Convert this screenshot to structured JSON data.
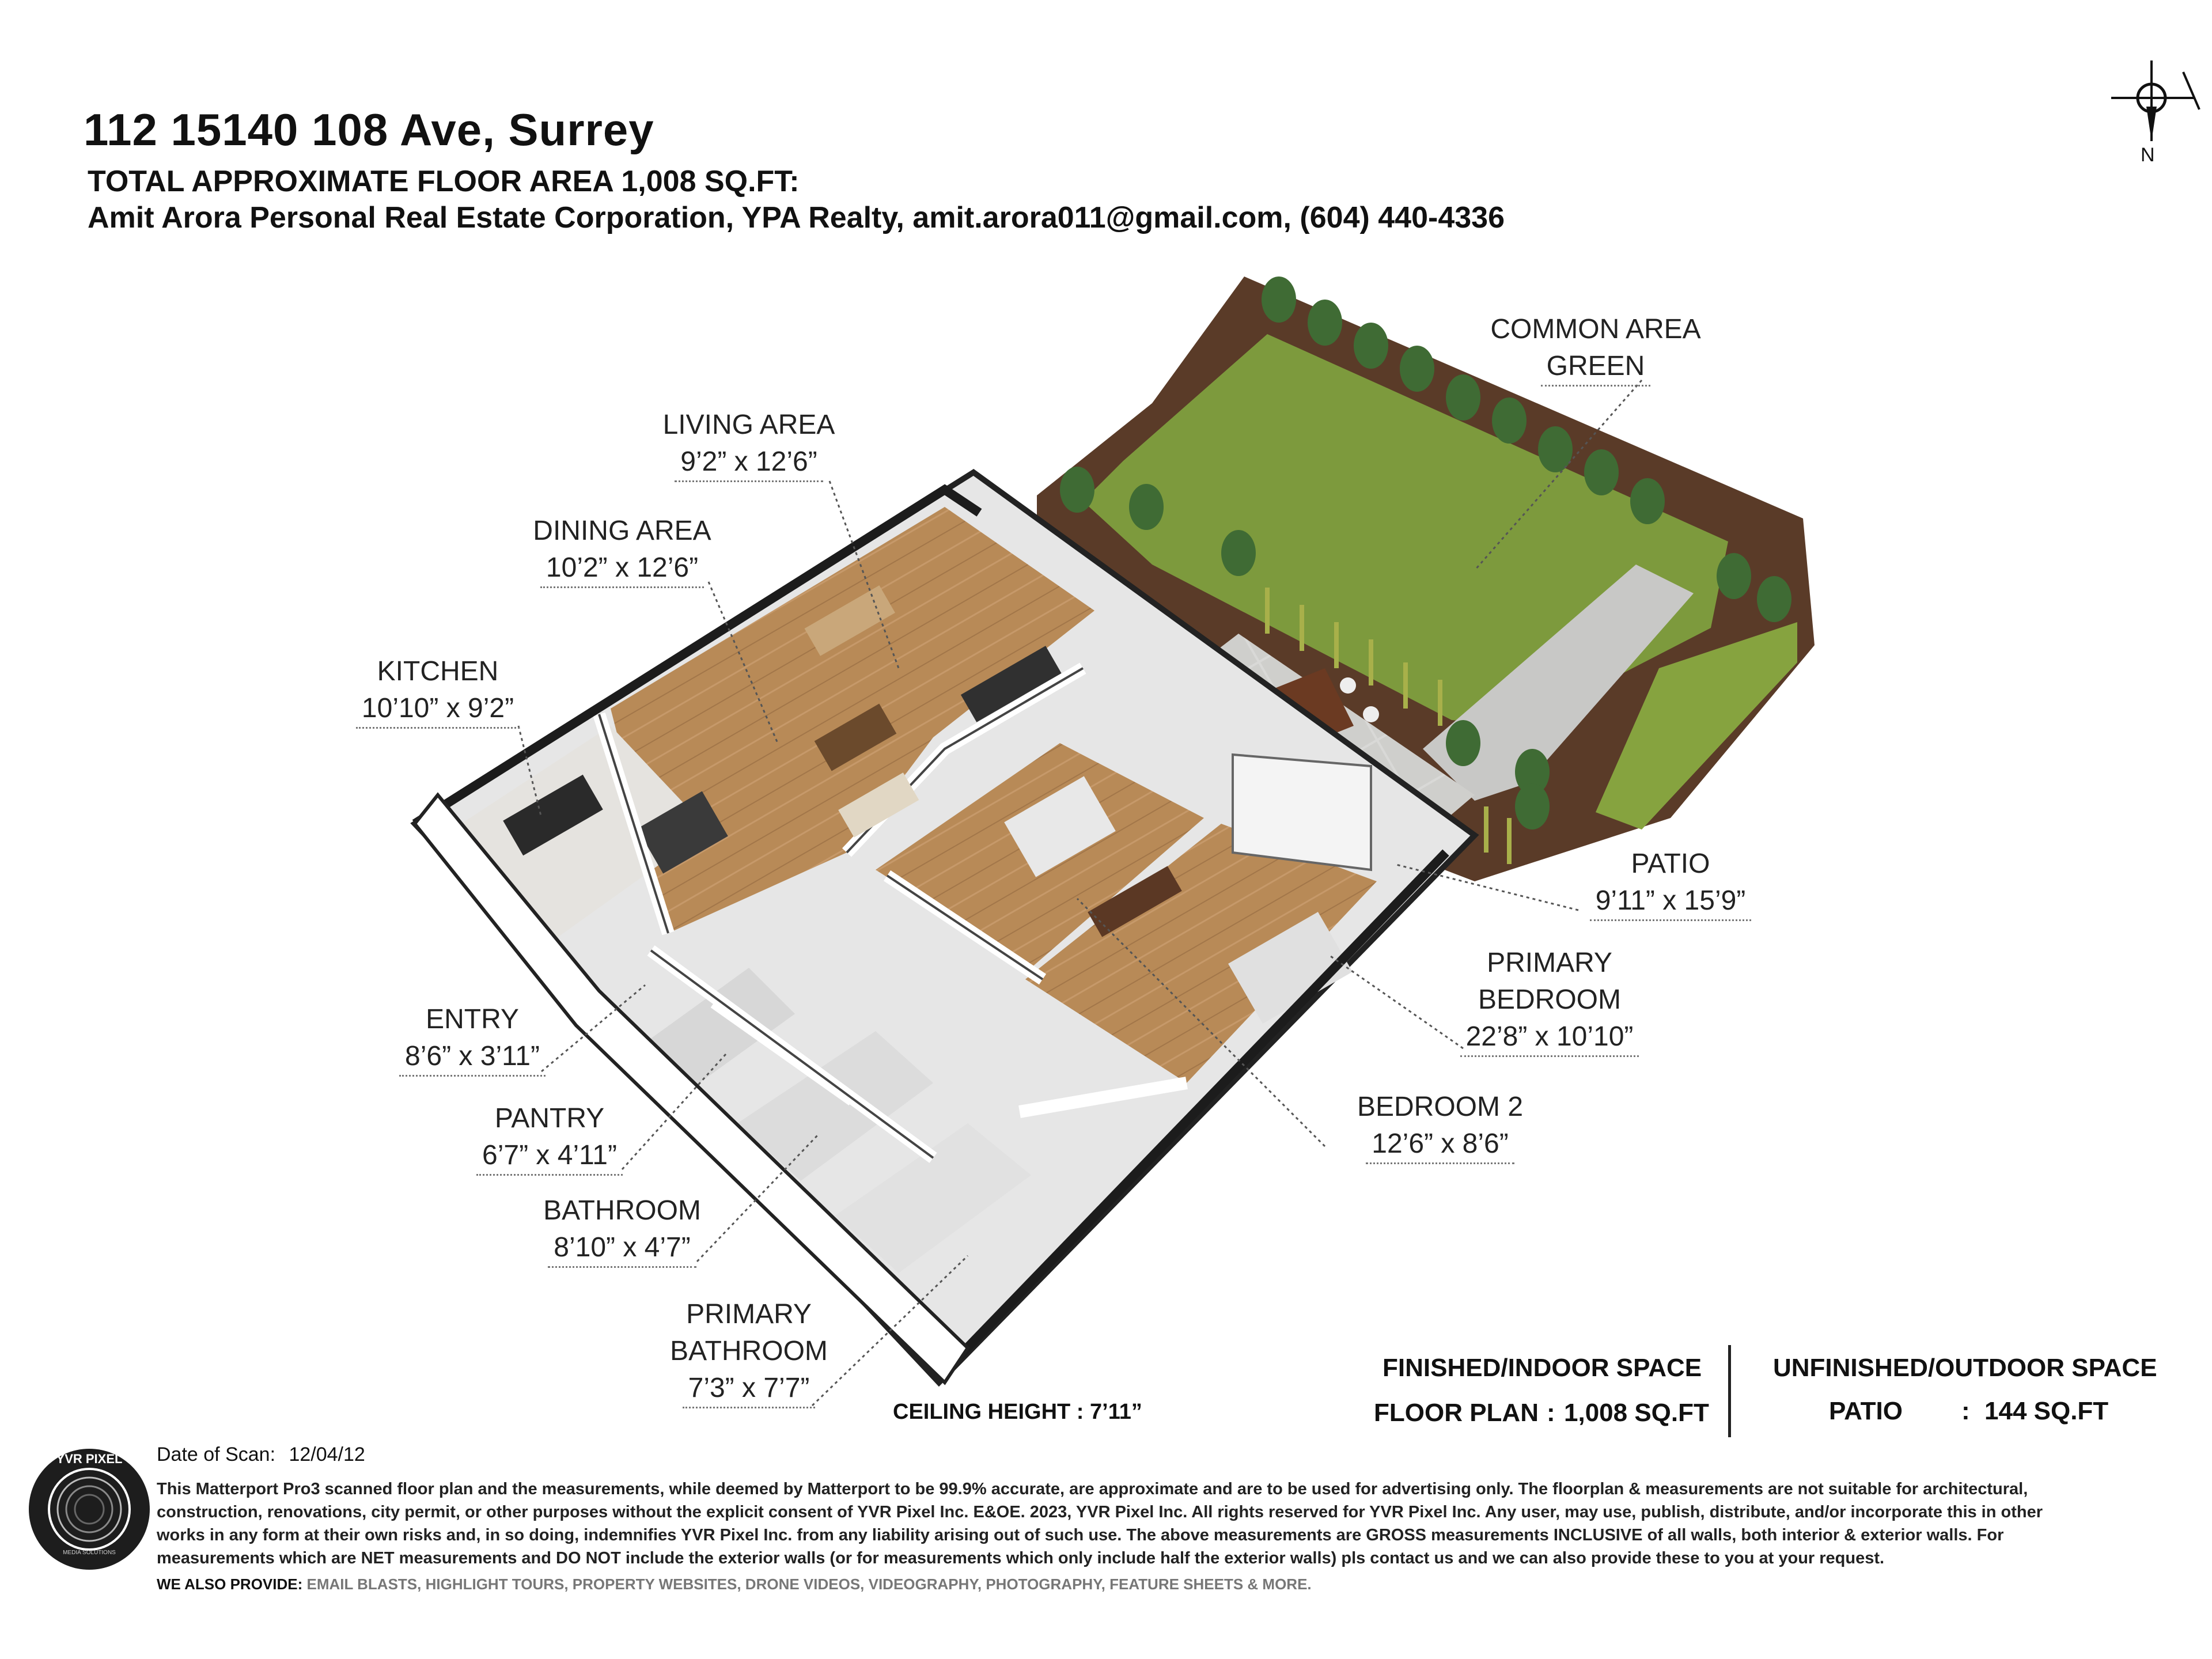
{
  "header": {
    "address": "112 15140 108 Ave, Surrey",
    "total_area": "TOTAL APPROXIMATE FLOOR AREA 1,008 SQ.FT:",
    "agent": "Amit Arora Personal Real Estate Corporation, YPA Realty, amit.arora011@gmail.com, (604) 440-4336"
  },
  "compass": {
    "label": "N"
  },
  "rooms": [
    {
      "name": "COMMON AREA",
      "name2": "GREEN",
      "dims": ""
    },
    {
      "name": "LIVING AREA",
      "name2": "",
      "dims": "9’2” x 12’6”"
    },
    {
      "name": "DINING AREA",
      "name2": "",
      "dims": "10’2” x 12’6”"
    },
    {
      "name": "KITCHEN",
      "name2": "",
      "dims": "10’10” x 9’2”"
    },
    {
      "name": "PATIO",
      "name2": "",
      "dims": "9’11” x 15’9”"
    },
    {
      "name": "PRIMARY",
      "name2": "BEDROOM",
      "dims": "22’8” x 10’10”"
    },
    {
      "name": "ENTRY",
      "name2": "",
      "dims": "8’6” x 3’11”"
    },
    {
      "name": "BEDROOM 2",
      "name2": "",
      "dims": "12’6” x 8’6”"
    },
    {
      "name": "PANTRY",
      "name2": "",
      "dims": "6’7” x 4’11”"
    },
    {
      "name": "BATHROOM",
      "name2": "",
      "dims": "8’10” x 4’7”"
    },
    {
      "name": "PRIMARY",
      "name2": "BATHROOM",
      "dims": "7’3” x 7’7”"
    }
  ],
  "ceiling": "CEILING HEIGHT : 7’11”",
  "legend": {
    "indoor_heading": "FINISHED/INDOOR SPACE",
    "indoor_label": "FLOOR PLAN",
    "indoor_sep": ":",
    "indoor_value": "1,008 SQ.FT",
    "outdoor_heading": "UNFINISHED/OUTDOOR SPACE",
    "outdoor_label": "PATIO",
    "outdoor_sep": ":",
    "outdoor_value": "144 SQ.FT"
  },
  "footer": {
    "date_label": "Date of Scan:",
    "date_value": "12/04/12",
    "logo_text": "YVR PIXEL",
    "logo_sub": "MEDIA SOLUTIONS",
    "disclaimer_1": "This Matterport Pro3 scanned floor plan and the measurements, while deemed by Matterport to be 99.9% accurate, are approximate and are to be used for advertising only. The floorplan & measurements are not suitable for architectural,",
    "disclaimer_2": "construction, renovations, city permit, or other purposes without the explicit consent of YVR Pixel Inc. E&OE. 2023, YVR Pixel Inc. All rights reserved for YVR Pixel Inc. Any user, may use, publish, distribute, and/or incorporate this in other",
    "disclaimer_3": "works in any form at their own risks and, in so doing, indemnifies YVR Pixel Inc. from any liability arising out of such use. The above measurements are GROSS measurements INCLUSIVE of all walls, both interior & exterior walls. For",
    "disclaimer_4": "measurements which are NET measurements and DO NOT include the exterior walls (or for measurements which only include half the exterior walls) pls contact us and we can also provide these to you at your request.",
    "also_label": "WE ALSO PROVIDE:",
    "also_items": "EMAIL BLASTS, HIGHLIGHT TOURS, PROPERTY WEBSITES, DRONE VIDEOS, VIDEOGRAPHY, PHOTOGRAPHY, FEATURE SHEETS & MORE."
  }
}
